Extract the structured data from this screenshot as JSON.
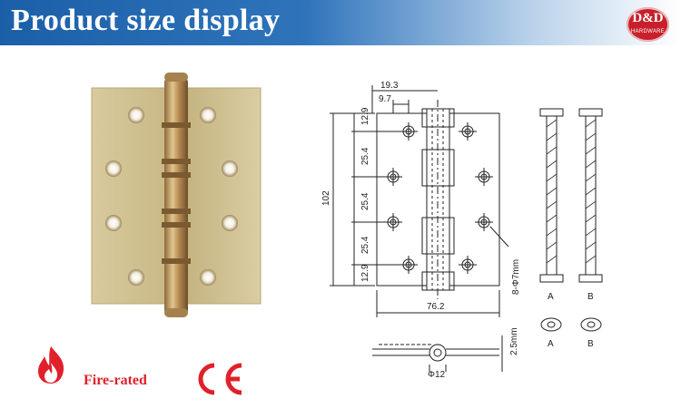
{
  "header": {
    "title": "Product size display"
  },
  "logo": {
    "main": "D&D",
    "sub": "HARDWARE"
  },
  "drawing": {
    "dim_19_3": "19.3",
    "dim_9_7": "9.7",
    "dim_102": "102",
    "dim_12_9_top": "12.9",
    "dim_25_4_a": "25.4",
    "dim_25_4_b": "25.4",
    "dim_25_4_c": "25.4",
    "dim_12_9_bottom": "12.9",
    "holes": "8-Φ7mm",
    "width": "76.2",
    "thickness": "2.5mm",
    "knuckle": "Φ12",
    "pin_a": "A",
    "pin_b": "B",
    "bearing_a": "A",
    "bearing_b": "B"
  },
  "badges": {
    "fire_rated": "Fire-rated",
    "ce": "CE"
  },
  "colors": {
    "header_blue": "#1b5fa8",
    "logo_red": "#c8202b",
    "fire_red": "#e0202a",
    "brass": "#d6c79a"
  }
}
